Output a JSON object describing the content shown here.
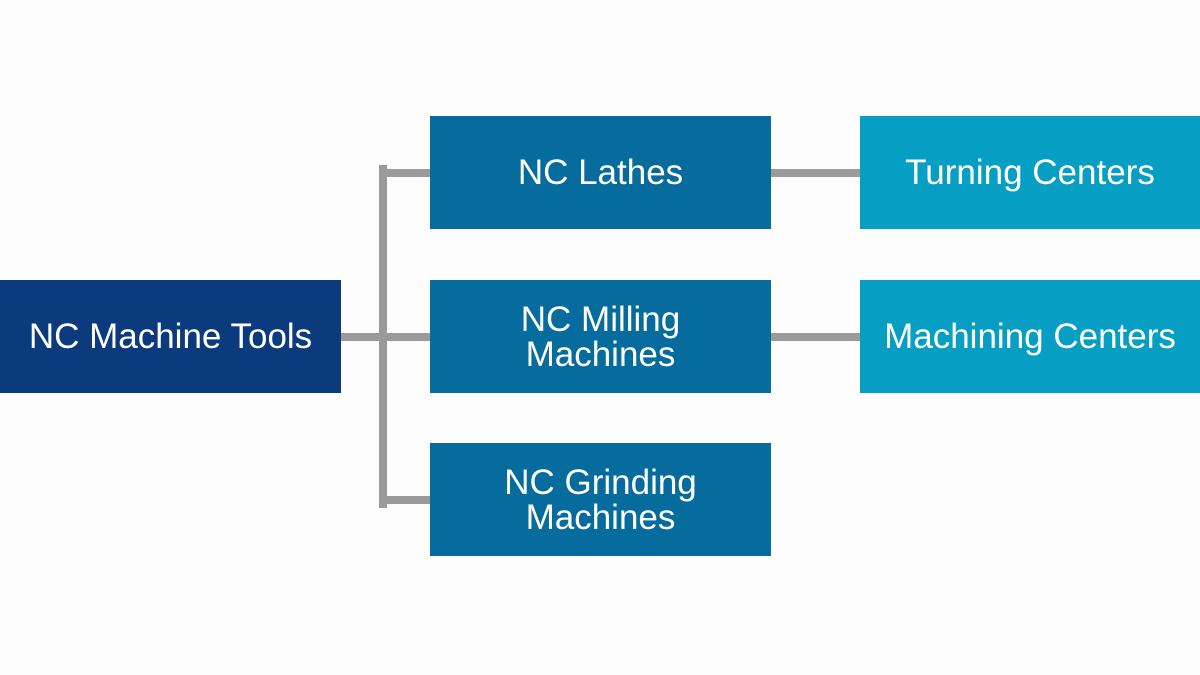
{
  "diagram": {
    "root": {
      "label": "NC Machine Tools"
    },
    "branches": [
      {
        "label": "NC Lathes",
        "child": "Turning Centers"
      },
      {
        "label": "NC Milling\nMachines",
        "child": "Machining Centers"
      },
      {
        "label": "NC Grinding\nMachines",
        "child": ""
      }
    ],
    "colors": {
      "root": "#0b3a7d",
      "branch": "#066c9e",
      "leaf": "#069ec2",
      "connector": "#9a9a9a",
      "background": "#fdfdfd"
    }
  }
}
